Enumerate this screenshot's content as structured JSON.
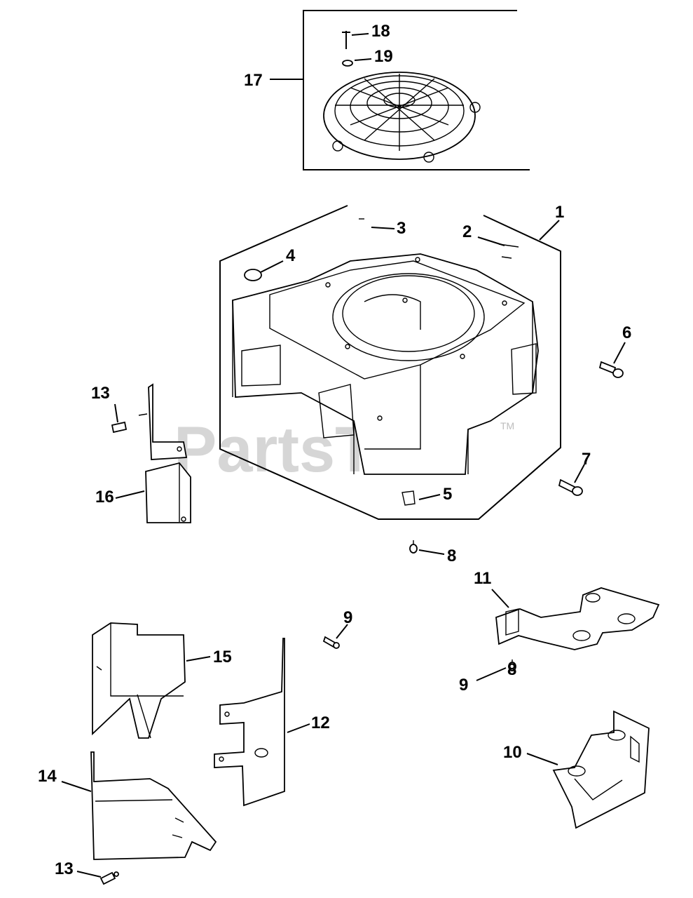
{
  "watermark": {
    "text": "PartsTree",
    "tm": "TM"
  },
  "callouts": {
    "c1": "1",
    "c2": "2",
    "c3": "3",
    "c4": "4",
    "c5": "5",
    "c6": "6",
    "c7": "7",
    "c8a": "8",
    "c8b": "8",
    "c9a": "9",
    "c9b": "9",
    "c10": "10",
    "c11": "11",
    "c12": "12",
    "c13a": "13",
    "c13b": "13",
    "c14": "14",
    "c15": "15",
    "c16": "16",
    "c17": "17",
    "c18": "18",
    "c19": "19"
  }
}
